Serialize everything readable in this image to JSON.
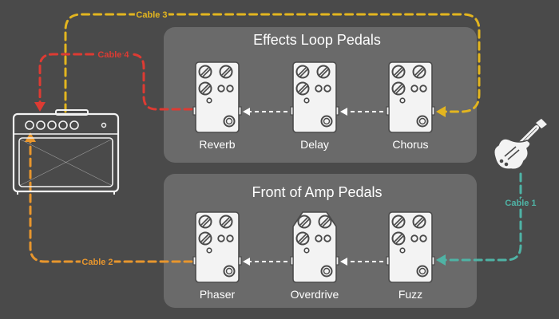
{
  "groups": [
    {
      "title": "Effects Loop Pedals"
    },
    {
      "title": "Front of Amp Pedals"
    }
  ],
  "pedals": {
    "reverb": "Reverb",
    "delay": "Delay",
    "chorus": "Chorus",
    "phaser": "Phaser",
    "overdrive": "Overdrive",
    "fuzz": "Fuzz"
  },
  "cables": {
    "cable1": {
      "label": "Cable 1",
      "color": "#4fb3a5"
    },
    "cable2": {
      "label": "Cable 2",
      "color": "#e8962d"
    },
    "cable3": {
      "label": "Cable 3",
      "color": "#e3b51f"
    },
    "cable4": {
      "label": "Cable 4",
      "color": "#dd3b33"
    }
  },
  "colors": {
    "background": "#4a4a4a",
    "panel": "#6a6a6a",
    "pedal": "#f3f3f3",
    "outline": "#4a4a4a",
    "connector_arrow": "#ffffff"
  },
  "icons": {
    "amp": "amp-icon",
    "guitar": "electric-guitar-icon",
    "pedal": "pedal-icon"
  }
}
